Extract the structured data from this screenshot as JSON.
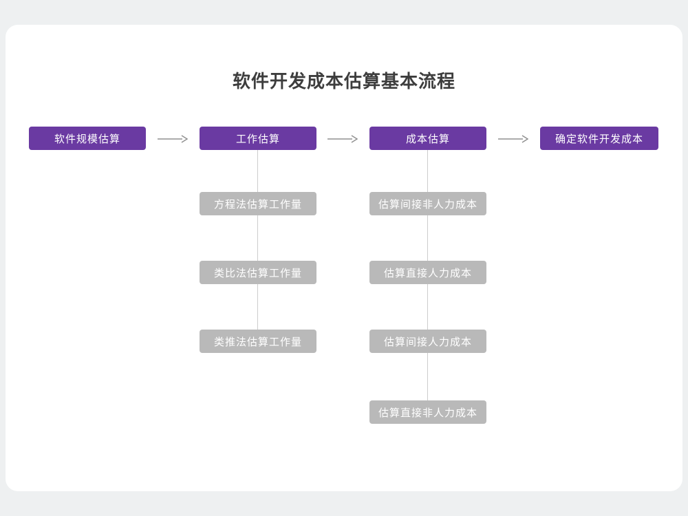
{
  "title": "软件开发成本估算基本流程",
  "colors": {
    "accent_purple": "#6a3aa2",
    "sub_box_gray": "#b9b9b9",
    "arrow_gray": "#8f8f8f",
    "connector_gray": "#cccccc",
    "card_background": "#ffffff",
    "page_background": "#eef0f1"
  },
  "flow": {
    "nodes": [
      {
        "label": "软件规模估算"
      },
      {
        "label": "工作估算"
      },
      {
        "label": "成本估算"
      },
      {
        "label": "确定软件开发成本"
      }
    ]
  },
  "work_steps": [
    "方程法估算工作量",
    "类比法估算工作量",
    "类推法估算工作量"
  ],
  "cost_steps": [
    "估算间接非人力成本",
    "估算直接人力成本",
    "估算间接人力成本",
    "估算直接非人力成本"
  ]
}
